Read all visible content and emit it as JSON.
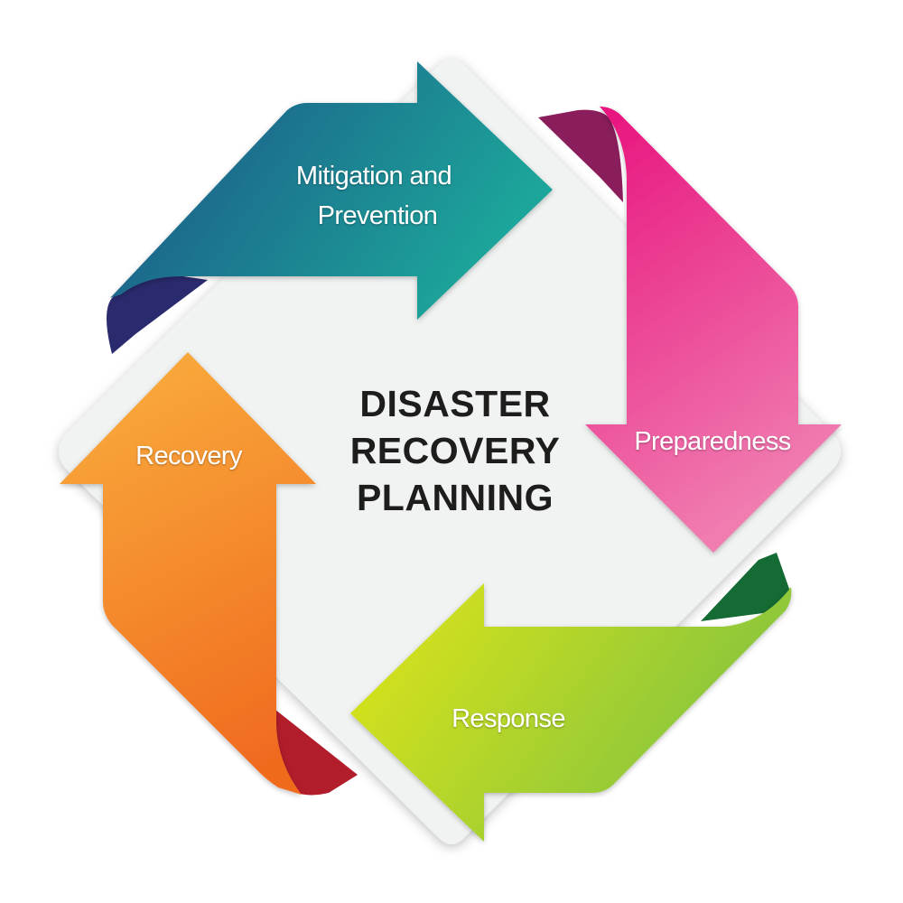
{
  "title": {
    "line1": "DISASTER",
    "line2": "RECOVERY",
    "line3": "PLANNING"
  },
  "stages": {
    "mitigation": {
      "line1": "Mitigation and",
      "line2": "Prevention"
    },
    "preparedness": {
      "label": "Preparedness"
    },
    "response": {
      "label": "Response"
    },
    "recovery": {
      "label": "Recovery"
    }
  },
  "colors": {
    "background_panel": "#f1f3f3",
    "mitigation": [
      "#1f4f86",
      "#1aa59a"
    ],
    "preparedness": [
      "#e8117d",
      "#f07cb0"
    ],
    "response": [
      "#b8d90e",
      "#7ac043"
    ],
    "recovery": [
      "#f9ab3c",
      "#f06a1f"
    ],
    "title_text": "#1d1d1b"
  }
}
